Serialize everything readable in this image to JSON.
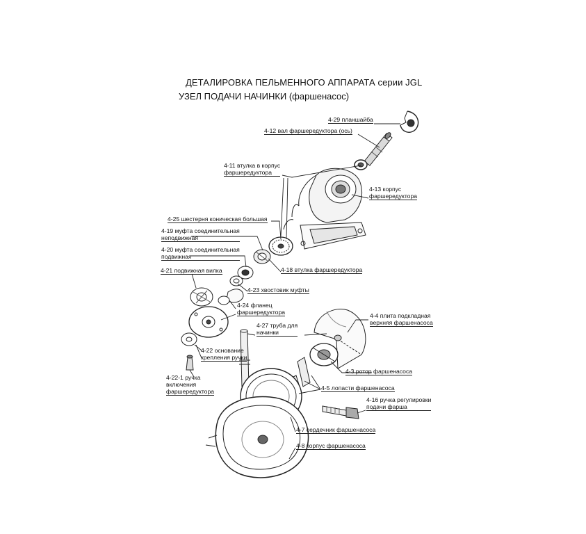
{
  "title": "ДЕТАЛИРОВКА ПЕЛЬМЕННОГО АППАРАТА серии JGL",
  "subtitle": "УЗЕЛ ПОДАЧИ НАЧИНКИ (фаршенасос)",
  "labels": {
    "l429": "4-29 планшайба",
    "l412": "4-12 вал фаршередуктора (ось)",
    "l411a": "4-11 втулка в корпус",
    "l411b": "фаршередуктора",
    "l413a": "4-13 корпус",
    "l413b": "фаршередуктора",
    "l425": "4-25 шестерня коническая большая",
    "l419a": "4-19 муфта соединительная",
    "l419b": "неподвижная",
    "l420a": "4-20 муфта соединительная",
    "l420b": "подвижная",
    "l418": "4-18 втулка фаршередуктора",
    "l421": "4-21 подвижная вилка",
    "l423": "4-23 хвостовик муфты",
    "l424a": "4-24 фланец",
    "l424b": "фаршередуктора",
    "l44a": "4-4 плита подкладная",
    "l44b": "верхняя фаршенасоса",
    "l427a": "4-27 труба для",
    "l427b": "начинки",
    "l422a": "4-22 основание",
    "l422b": "крепления ручки",
    "l4221a": "4-22-1 ручка",
    "l4221b": "включения",
    "l4221c": "фаршередуктора",
    "l43": "4-3 ротор фаршенасоса",
    "l45": "4-5 лопасти фаршенасоса",
    "l416a": "4-16 ручка регулировки",
    "l416b": "подачи фарша",
    "l47": "4-7 сердечник фаршенасоса",
    "l48": "4-8 корпус фаршенасоса"
  }
}
